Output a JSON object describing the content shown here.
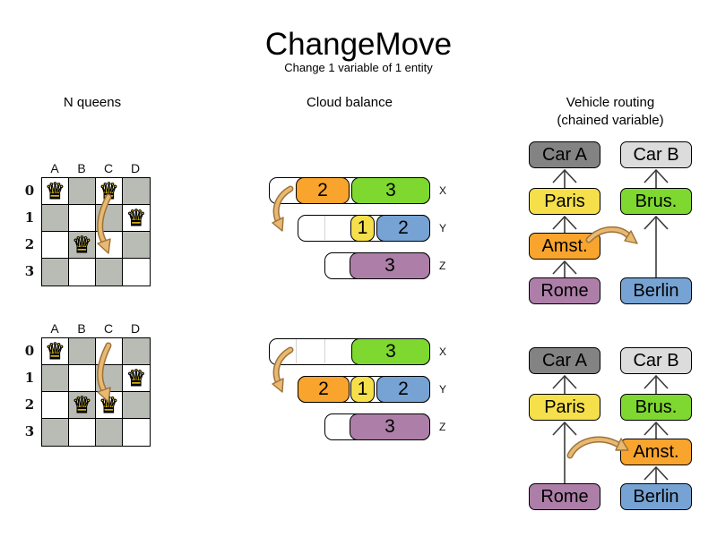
{
  "title": "ChangeMove",
  "subtitle": "Change 1 variable of 1 entity",
  "nqueens": {
    "header": "N queens",
    "queen_glyph": "♛",
    "col_labels": [
      "A",
      "B",
      "C",
      "D"
    ],
    "row_labels": [
      "0",
      "1",
      "2",
      "3"
    ],
    "before": {
      "queen_positions": [
        "A0",
        "C0",
        "D1",
        "B2"
      ],
      "move": {
        "from": "C0",
        "to": "C2"
      }
    },
    "after": {
      "queen_positions": [
        "A0",
        "D1",
        "B2",
        "C2"
      ],
      "move": {
        "from": "C0",
        "to": "C2"
      }
    }
  },
  "cloud": {
    "header": "Cloud balance",
    "computer_labels": [
      "X",
      "Y",
      "Z"
    ],
    "before": {
      "X": {
        "blocks": [
          {
            "value": "2",
            "color": "orange"
          },
          {
            "value": "3",
            "color": "green"
          }
        ]
      },
      "Y": {
        "blocks": [
          {
            "value": "1",
            "color": "yellow"
          },
          {
            "value": "2",
            "color": "blue"
          }
        ]
      },
      "Z": {
        "blocks": [
          {
            "value": "3",
            "color": "purple"
          }
        ]
      }
    },
    "after": {
      "X": {
        "blocks": [
          {
            "value": "3",
            "color": "green"
          }
        ]
      },
      "Y": {
        "blocks": [
          {
            "value": "2",
            "color": "orange"
          },
          {
            "value": "1",
            "color": "yellow"
          },
          {
            "value": "2",
            "color": "blue"
          }
        ]
      },
      "Z": {
        "blocks": [
          {
            "value": "3",
            "color": "purple"
          }
        ]
      }
    }
  },
  "vehicle": {
    "header": "Vehicle routing",
    "header2": "(chained variable)",
    "box_labels": {
      "car_a": "Car A",
      "car_b": "Car B",
      "paris": "Paris",
      "brussels": "Brus.",
      "amsterdam": "Amst.",
      "rome": "Rome",
      "berlin": "Berlin"
    },
    "before": {
      "chain_a": [
        "Car A",
        "Paris",
        "Amst.",
        "Rome"
      ],
      "chain_b": [
        "Car B",
        "Brus.",
        "Berlin"
      ]
    },
    "after": {
      "chain_a": [
        "Car A",
        "Paris",
        "Rome"
      ],
      "chain_b": [
        "Car B",
        "Brus.",
        "Amst.",
        "Berlin"
      ]
    }
  },
  "colors": {
    "orange": "#f9a42d",
    "green": "#7ed82f",
    "yellow": "#f5e04b",
    "blue": "#76a3d3",
    "purple": "#ad7fa8",
    "car_a_gray": "#838383",
    "car_b_gray": "#dcdcdc",
    "board_dark": "#b9bcb4",
    "queen_gold": "#f2cc1e",
    "arrow_tan": "#e9b873",
    "arrow_outline": "#9c7338",
    "chain_arrow": "#3a3a3a"
  }
}
